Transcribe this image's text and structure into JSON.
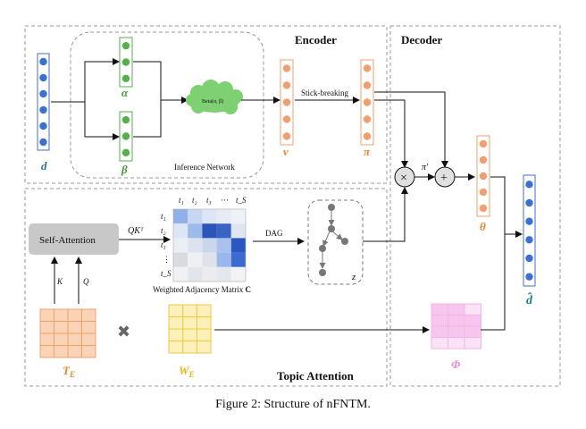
{
  "panels": {
    "encoder": "Encoder",
    "decoder": "Decoder",
    "topic_attention": "Topic Attention",
    "inference_network": "Inference Network"
  },
  "symbols": {
    "d": "d",
    "alpha": "α",
    "beta": "β",
    "beta_dist": "Beta(α, β)",
    "v": "v",
    "pi": "π",
    "stick_breaking": "Stick-breaking",
    "pi_prime": "π'",
    "times": "×",
    "plus": "+",
    "theta": "θ",
    "d_hat": "d̂",
    "phi": "Φ",
    "z": "z",
    "T_E": "T",
    "T_E_sub": "E",
    "W_E": "W",
    "W_E_sub": "E",
    "self_attention": "Self-Attention",
    "qk": "QKᵀ",
    "K": "K",
    "Q": "Q",
    "dag": "DAG",
    "matrix_label": "Weighted Adjacency Matrix",
    "matrix_bold": "C",
    "col_labels": [
      "t₁",
      "t₂",
      "t₃",
      "···",
      "t_S"
    ],
    "row_labels": [
      "t₁",
      "t₂",
      "t₃",
      "⋮",
      "t_S"
    ],
    "cross": "✖"
  },
  "colors": {
    "blue_node": "#3d6fd1",
    "green_node": "#56b04a",
    "orange_node": "#f0a070",
    "cloud": "#7fcf73",
    "teal_text": "#1f7a8c",
    "orange_text": "#e8842f",
    "green_text": "#4a9a3a",
    "yellow_text": "#e3b517",
    "pink_text": "#e58ad8"
  },
  "caption": "Figure 2: Structure of nFNTM."
}
